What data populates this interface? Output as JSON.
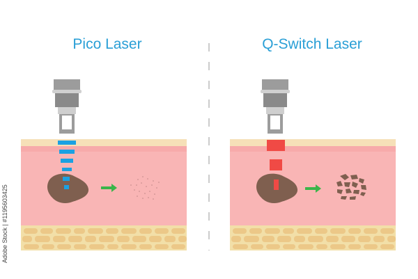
{
  "panels": [
    {
      "title": "Pico Laser",
      "beam_color": "#1ba1e2",
      "result": "fine-particles"
    },
    {
      "title": "Q-Switch Laser",
      "beam_color": "#f04a45",
      "result": "coarse-fragments"
    }
  ],
  "watermark": {
    "text": "Adobe Stock | #1195603425"
  },
  "colors": {
    "title": "#2a9fd6",
    "epidermis": "#f6e0b8",
    "dermis": "#f9b5b5",
    "fat": "#f2dfa8",
    "fat_cells": "#ecc888",
    "pigment": "#7f5f4f",
    "arrow": "#3ab54a",
    "handpiece": "#9a9a9a",
    "divider": "#cccccc"
  }
}
